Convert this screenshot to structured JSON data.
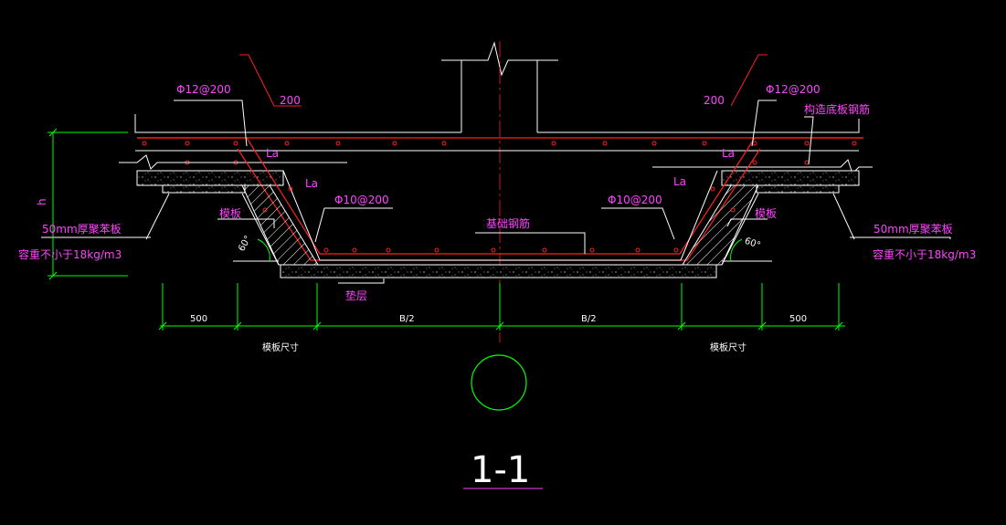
{
  "colors": {
    "background": "#000000",
    "outline": "#ffffff",
    "rebar": "#ff2020",
    "leader_red": "#ff2020",
    "label_magenta": "#ff44ff",
    "dimension_green": "#00ff00",
    "centerline": "#ff2020",
    "title_underline": "#cc33cc"
  },
  "labels": {
    "top_rebar_left": "Φ12@200",
    "top_rebar_right": "Φ12@200",
    "lap_200_left": "200",
    "lap_200_right": "200",
    "la_1_left": "La",
    "la_2_left": "La",
    "la_1_right": "La",
    "la_2_right": "La",
    "slope_rebar_left": "Φ10@200",
    "slope_rebar_right": "Φ10@200",
    "foundation_rebar": "基础钢筋",
    "structural_bottom_rebar": "构造底板钢筋",
    "formwork_left": "模板",
    "formwork_right": "模板",
    "foam_board_left": "50mm厚聚苯板",
    "foam_density_left": "容重不小于18kg/m3",
    "foam_board_right": "50mm厚聚苯板",
    "foam_density_right": "容重不小于18kg/m3",
    "angle_left": "60°",
    "angle_right": "60°",
    "cushion": "垫层",
    "height_dim": "h",
    "dim_500_left": "500",
    "dim_b2_left": "B/2",
    "dim_b2_right": "B/2",
    "dim_500_right": "500",
    "formwork_size_left": "模板尺寸",
    "formwork_size_right": "模板尺寸",
    "section_title": "1-1"
  }
}
